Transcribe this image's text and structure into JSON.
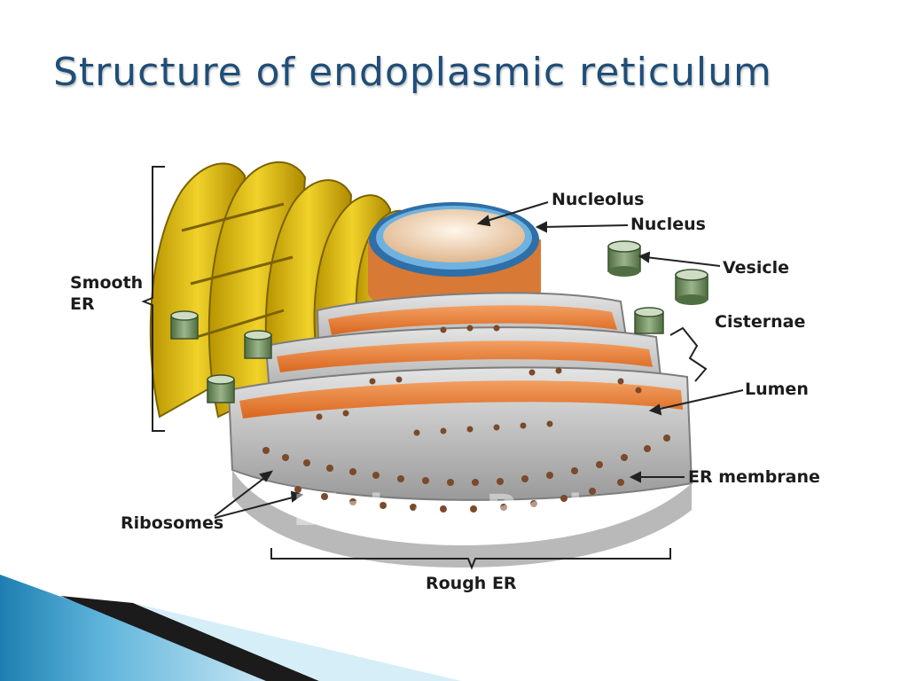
{
  "slide": {
    "title": "Structure of endoplasmic reticulum"
  },
  "diagram": {
    "labels": {
      "smooth_er": "Smooth ER",
      "nucleolus": "Nucleolus",
      "nucleus": "Nucleus",
      "vesicle": "Vesicle",
      "cisternae": "Cisternae",
      "lumen": "Lumen",
      "er_membrane": "ER membrane",
      "ribosomes": "Ribosomes",
      "rough_er": "Rough ER"
    },
    "watermark": "Biology Brain"
  },
  "colors": {
    "title": "#1f4e79",
    "smooth_er": "#e8c21a",
    "rough_er_membrane": "#c9c9c9",
    "lumen": "#e8782a",
    "nucleus_ring": "#5b9bd5",
    "nucleolus": "#f3d9bd",
    "ribosome": "#7a4a2a",
    "vesicle": "#6f8f5e",
    "accent_band_light": "#9fd3ea",
    "accent_band_dark": "#1f7fb0"
  }
}
